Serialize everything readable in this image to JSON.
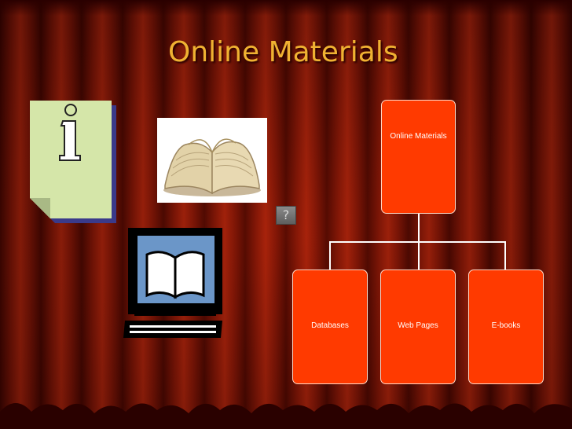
{
  "slide": {
    "title": "Online Materials",
    "help_icon_glyph": "?"
  },
  "org_chart": {
    "root": "Online Materials",
    "children": [
      "Databases",
      "Web Pages",
      "E-books"
    ]
  },
  "colors": {
    "title": "#f0b232",
    "node_fill": "#ff3a00",
    "node_text": "#ffffff",
    "curtain_dark": "#3d0300",
    "curtain_light": "#a7220c",
    "note_fill": "#d5e6a9",
    "monitor_screen": "#6b96c8"
  },
  "icons": [
    "info-icon",
    "open-book-photo",
    "help-icon",
    "computer-book-icon"
  ]
}
